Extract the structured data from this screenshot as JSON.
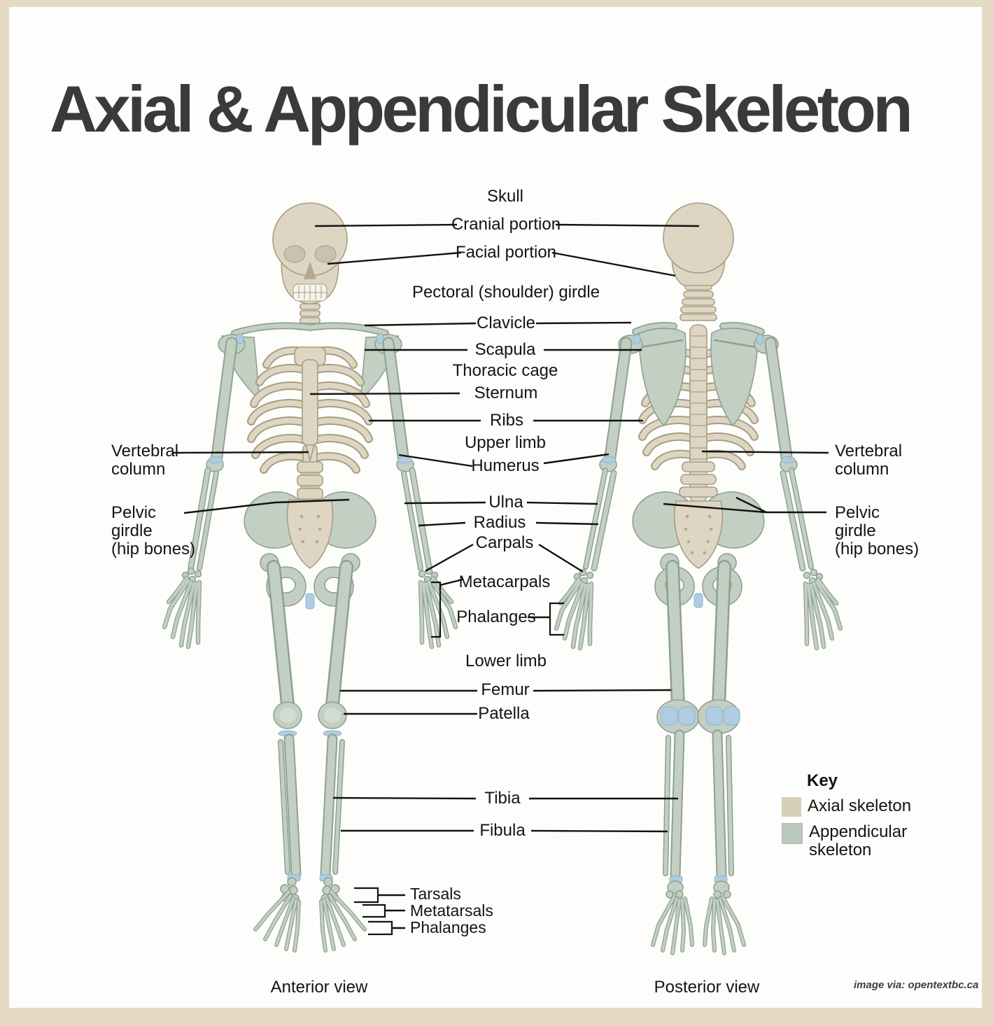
{
  "page": {
    "title": "Axial & Appendicular Skeleton",
    "credit": "image via: opentextbc.ca"
  },
  "views": {
    "anterior": "Anterior view",
    "posterior": "Posterior view"
  },
  "labels": {
    "skull_header": "Skull",
    "cranial_portion": "Cranial portion",
    "facial_portion": "Facial portion",
    "pectoral_girdle_header": "Pectoral (shoulder) girdle",
    "clavicle": "Clavicle",
    "scapula": "Scapula",
    "thoracic_cage_header": "Thoracic cage",
    "sternum": "Sternum",
    "ribs": "Ribs",
    "upper_limb_header": "Upper limb",
    "humerus": "Humerus",
    "ulna": "Ulna",
    "radius": "Radius",
    "carpals": "Carpals",
    "metacarpals": "Metacarpals",
    "phalanges_hand": "Phalanges",
    "lower_limb_header": "Lower limb",
    "femur": "Femur",
    "patella": "Patella",
    "tibia": "Tibia",
    "fibula": "Fibula",
    "tarsals": "Tarsals",
    "metatarsals": "Metatarsals",
    "phalanges_foot": "Phalanges",
    "vertebral_column_left": {
      "lines": [
        "Vertebral",
        "column"
      ]
    },
    "pelvic_girdle_left": {
      "lines": [
        "Pelvic",
        "girdle",
        "(hip bones)"
      ]
    },
    "vertebral_column_right": {
      "lines": [
        "Vertebral",
        "column"
      ]
    },
    "pelvic_girdle_right": {
      "lines": [
        "Pelvic",
        "girdle",
        "(hip bones)"
      ]
    }
  },
  "key": {
    "title": "Key",
    "items": [
      {
        "label": "Axial skeleton",
        "color": "#d8cfbb"
      },
      {
        "label_lines": [
          "Appendicular",
          "skeleton"
        ],
        "color": "#b9c9bd"
      }
    ]
  },
  "colors": {
    "page_border": "#e6dac4",
    "canvas": "#fdfdfb",
    "axial_bone": "#ded6c3",
    "appendicular_bone": "#c3cfc3",
    "joint_cartilage": "#aecde2",
    "leader_line": "#121212",
    "title_text": "#3a3a3a"
  }
}
